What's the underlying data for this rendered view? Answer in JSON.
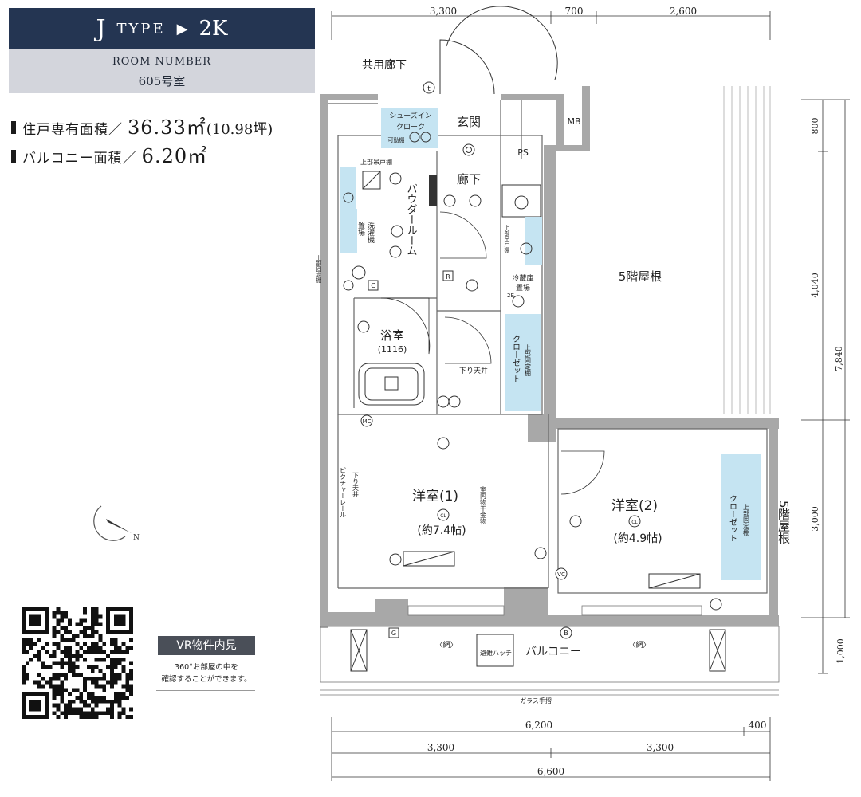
{
  "header": {
    "type_letter": "J",
    "type_word": "TYPE",
    "arrow": "▶",
    "plan_type": "2K",
    "room_number_label": "ROOM NUMBER",
    "room_number_value": "605号室"
  },
  "areas": {
    "private_label": "住戸専有面積／",
    "private_value": "36.33㎡",
    "private_tsubo": "(10.98坪)",
    "balcony_label": "バルコニー面積／",
    "balcony_value": "6.20㎡"
  },
  "vr": {
    "button_label": "VR物件内見",
    "desc_line1": "360°お部屋の中を",
    "desc_line2": "確認することができます。"
  },
  "compass": {
    "north_symbol": "N"
  },
  "dimensions": {
    "top": [
      "3,300",
      "700",
      "2,600"
    ],
    "bottom_row1": [
      "6,200",
      "400"
    ],
    "bottom_row2": [
      "3,300",
      "3,300"
    ],
    "bottom_total": "6,600",
    "right_inner": [
      "800",
      "4,040",
      "3,000",
      "1,000"
    ],
    "right_total": "7,840"
  },
  "rooms": {
    "common_corridor": "共用廊下",
    "shoe_in_closet_1": "シューズイン",
    "shoe_in_closet_2": "クローク",
    "movable_shelf": "可動棚",
    "entrance": "玄関",
    "mb": "MB",
    "ps": "PS",
    "upper_shelf": "上部吊戸棚",
    "hallway": "廊下",
    "powder_room": "パウダールーム",
    "washer_1": "洗濯機",
    "washer_2": "置場",
    "upper_fixed_shelf": "上部固定棚",
    "upper_cabinet": "上部吊戸棚",
    "fridge_1": "冷蔵庫",
    "fridge_2": "置場",
    "bathroom": "浴室",
    "bathroom_size": "(1116)",
    "closet": "クローゼット",
    "closet_upper_shelf": "上部固定棚",
    "lowered_ceiling": "下り天井",
    "roof_5f": "5階屋根",
    "roof_5f_v": "5階屋根",
    "western_1": "洋室(1)",
    "western_1_size": "(約7.4帖)",
    "western_2": "洋室(2)",
    "western_2_size": "(約4.9帖)",
    "indoor_dryer": "室内物干金物",
    "lowered_ceiling_2": "下り天井",
    "picture_rail": "ピクチャーレール",
    "balcony": "バルコニー",
    "escape_hatch": "避難ハッチ",
    "net": "〈網〉",
    "glass_railing": "ガラス手摺",
    "cl": "CL",
    "mc": "MC",
    "vc": "VC",
    "r_mark": "R",
    "c_mark": "C",
    "g_mark": "G",
    "b_mark": "B",
    "t_mark": "t",
    "mark_2": "2",
    "mark_2e": "2E",
    "mark_e": "E"
  }
}
